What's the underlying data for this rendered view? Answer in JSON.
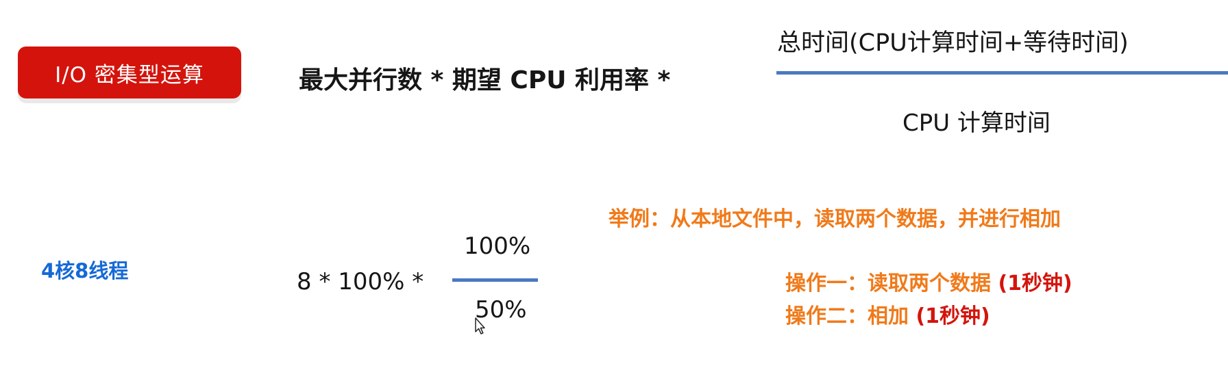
{
  "badge": {
    "label": "I/O 密集型运算"
  },
  "formula": {
    "left_text": "最大并行数 *  期望 CPU 利用率  *",
    "numerator": "总时间(CPU计算时间+等待时间)",
    "denominator": "CPU 计算时间"
  },
  "example": {
    "cpu_label": "4核8线程",
    "left_text": "8 *  100% *",
    "numerator": "100%",
    "denominator": "50%",
    "title": "举例：从本地文件中，读取两个数据，并进行相加",
    "ops": [
      {
        "prefix": "操作一：",
        "main": "读取两个数据",
        "time": "(1秒钟)"
      },
      {
        "prefix": "操作二：",
        "main": "相加",
        "time": "(1秒钟)"
      }
    ]
  },
  "colors": {
    "badge_red": "#d4140c",
    "line_blue": "#4b79c2",
    "label_blue": "#1669d6",
    "orange": "#f07a1a"
  },
  "icons": {
    "cursor": "mouse-pointer-icon"
  }
}
